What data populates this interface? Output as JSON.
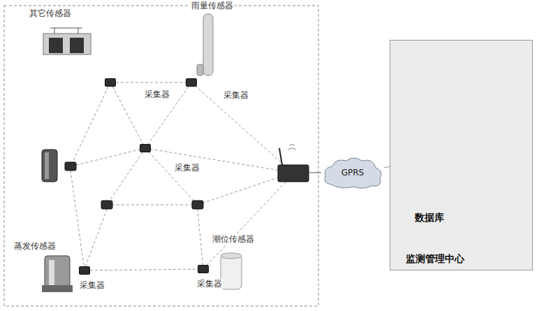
{
  "diagram": {
    "nodes": [
      {
        "text": [
          "采集器"
        ]
      },
      {
        "text": [
          "采集器"
        ]
      },
      {
        "text": [
          "采集器"
        ]
      },
      {
        "text": [
          "采集器"
        ]
      },
      {
        "text": [
          "采集器"
        ]
      },
      {
        "text": [
          "GPRS"
        ]
      },
      {
        "text": [
          "监测管理中心"
        ]
      }
    ],
    "edges": [
      {
        "from": 0,
        "to": 1,
        "arrow": "none"
      },
      {
        "from": 0,
        "to": 2,
        "arrow": "none"
      },
      {
        "from": 1,
        "to": 2,
        "arrow": "none"
      },
      {
        "from": 3,
        "to": 4,
        "arrow": "none"
      },
      {
        "from": 5,
        "to": 6,
        "arrow": "none"
      }
    ],
    "labels": [
      "其它传感器",
      "雨量传感器",
      "蒸发传感器",
      "潮位传感器",
      "数据库"
    ]
  }
}
